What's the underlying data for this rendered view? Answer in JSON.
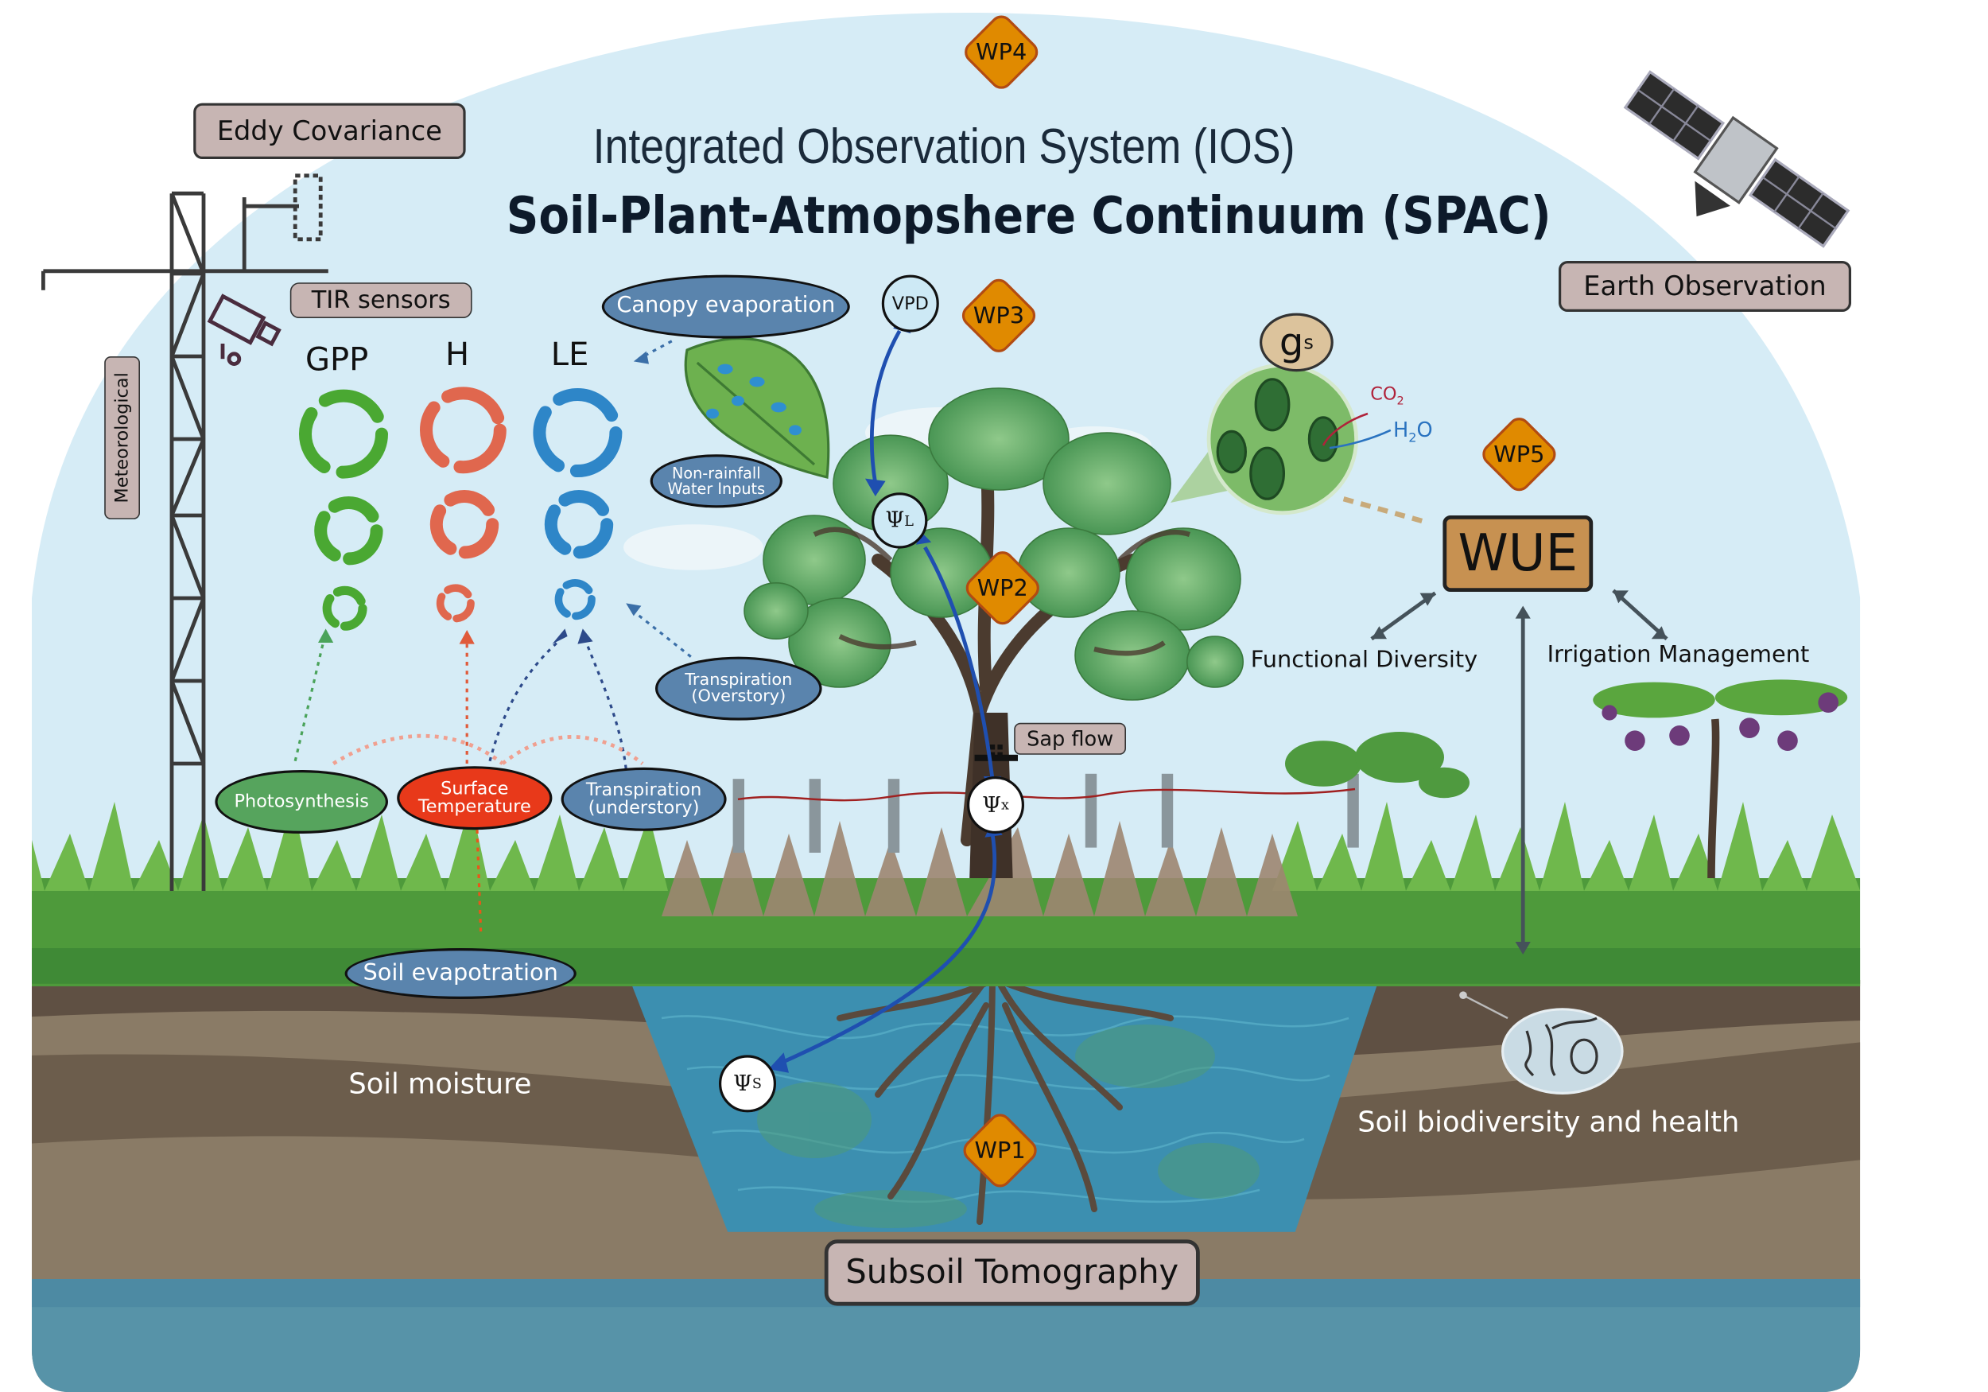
{
  "header": {
    "title": "Integrated Observation System (IOS)",
    "subtitle": "Soil-Plant-Atmopshere Continuum (SPAC)"
  },
  "instruments": {
    "eddy_covariance": "Eddy Covariance",
    "tir_sensors": "TIR sensors",
    "meteorological": "Meteorological",
    "earth_observation": "Earth Observation",
    "sap_flow": "Sap flow",
    "subsoil_tomography": "Subsoil Tomography"
  },
  "fluxes": {
    "gpp": "GPP",
    "h": "H",
    "le": "LE"
  },
  "processes": {
    "canopy_evaporation": "Canopy evaporation",
    "non_rainfall_line1": "Non-rainfall",
    "non_rainfall_line2": "Water Inputs",
    "transpiration_overstory_line1": "Transpiration",
    "transpiration_overstory_line2": "(Overstory)",
    "photosynthesis": "Photosynthesis",
    "surface_temp_line1": "Surface",
    "surface_temp_line2": "Temperature",
    "transpiration_understory_line1": "Transpiration",
    "transpiration_understory_line2": "(understory)",
    "soil_evaporation": "Soil evapotration"
  },
  "variables": {
    "vpd": "VPD",
    "psi": "Ψ",
    "psi_leaf_sub": "L",
    "psi_xylem_sub": "x",
    "psi_soil_sub": "S",
    "gs": "g",
    "gs_sub": "s",
    "co2": "CO",
    "co2_sub": "2",
    "h2o_a": "H",
    "h2o_sub": "2",
    "h2o_b": "O"
  },
  "work_packages": {
    "wp1": "WP1",
    "wp2": "WP2",
    "wp3": "WP3",
    "wp4": "WP4",
    "wp5": "WP5"
  },
  "outcomes": {
    "wue": "WUE",
    "functional_diversity": "Functional Diversity",
    "irrigation_management": "Irrigation Management"
  },
  "soil": {
    "soil_moisture": "Soil moisture",
    "soil_biodiversity": "Soil biodiversity and health"
  },
  "colors": {
    "sky": "#d6ecf6",
    "grass": "#4e9a3b",
    "soil_dark": "#6a5a4a",
    "soil_light": "#8a7b66",
    "water_table": "#5793a8",
    "wp_fill": "#e08a00",
    "wp_border": "#b24b12",
    "tag_fill": "#c7b5b3",
    "oval_blue": "#5a84ad",
    "oval_green": "#56a45d",
    "oval_red": "#e8391a",
    "wue_fill": "#c79151",
    "gpp_green": "#4aa832",
    "h_red": "#e0674e",
    "le_blue": "#2e86c8"
  }
}
